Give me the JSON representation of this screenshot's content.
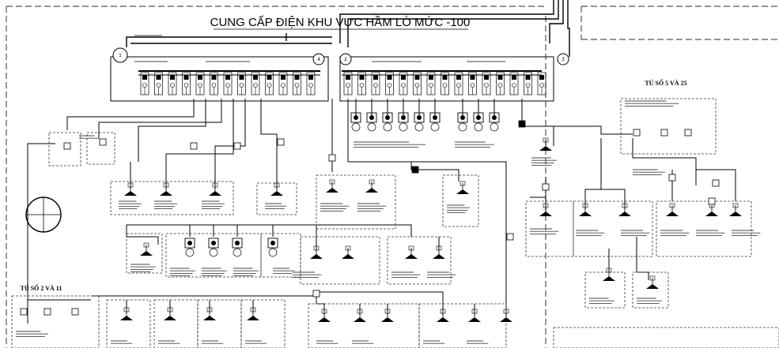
{
  "title": "CUNG CẤP ĐIỆN KHU VỰC HẦM LÒ MỨC -100",
  "cabinet_labels": {
    "right": "TỦ SỐ 5 VÀ 25",
    "left": "TỦ SỐ 2 VÀ 11"
  },
  "busbar_markers": [
    "1",
    "4",
    "2",
    "3"
  ],
  "colors": {
    "ink": "#000000",
    "background": "#ffffff",
    "frame": "#555555"
  }
}
